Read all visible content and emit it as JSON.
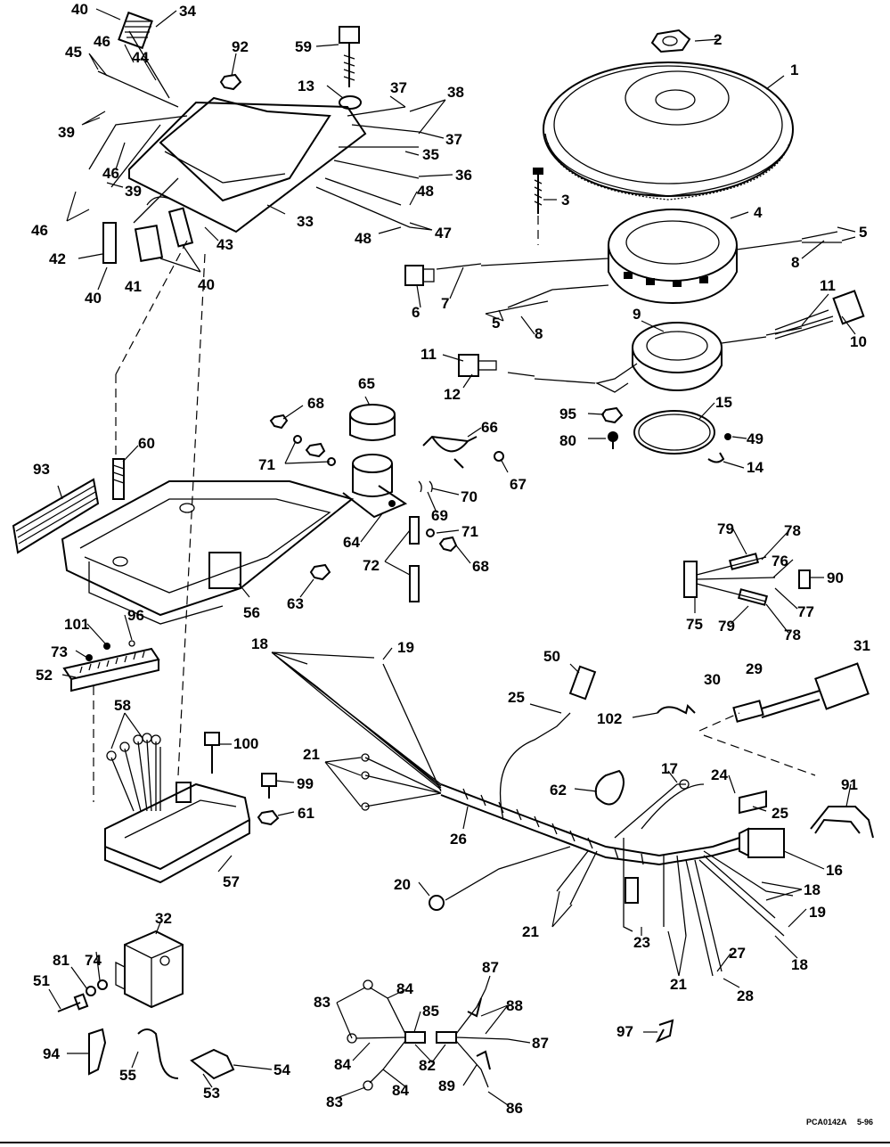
{
  "diagram": {
    "code": "PCA0142A",
    "date": "5-96",
    "callouts": [
      "1",
      "2",
      "3",
      "4",
      "5",
      "5",
      "6",
      "7",
      "8",
      "8",
      "9",
      "10",
      "11",
      "11",
      "12",
      "13",
      "14",
      "15",
      "16",
      "17",
      "18",
      "18",
      "18",
      "19",
      "19",
      "20",
      "21",
      "21",
      "21",
      "23",
      "24",
      "25",
      "25",
      "26",
      "27",
      "28",
      "29",
      "30",
      "31",
      "32",
      "33",
      "34",
      "35",
      "36",
      "37",
      "37",
      "38",
      "39",
      "39",
      "40",
      "40",
      "40",
      "41",
      "42",
      "43",
      "44",
      "45",
      "46",
      "46",
      "46",
      "47",
      "48",
      "48",
      "49",
      "50",
      "51",
      "52",
      "53",
      "54",
      "55",
      "56",
      "57",
      "58",
      "59",
      "60",
      "61",
      "62",
      "63",
      "64",
      "65",
      "66",
      "67",
      "68",
      "68",
      "69",
      "70",
      "71",
      "71",
      "72",
      "73",
      "74",
      "75",
      "76",
      "77",
      "78",
      "78",
      "79",
      "79",
      "80",
      "81",
      "82",
      "83",
      "83",
      "84",
      "84",
      "84",
      "85",
      "86",
      "87",
      "87",
      "88",
      "89",
      "90",
      "91",
      "92",
      "93",
      "94",
      "95",
      "96",
      "97",
      "99",
      "100",
      "101",
      "102"
    ]
  }
}
